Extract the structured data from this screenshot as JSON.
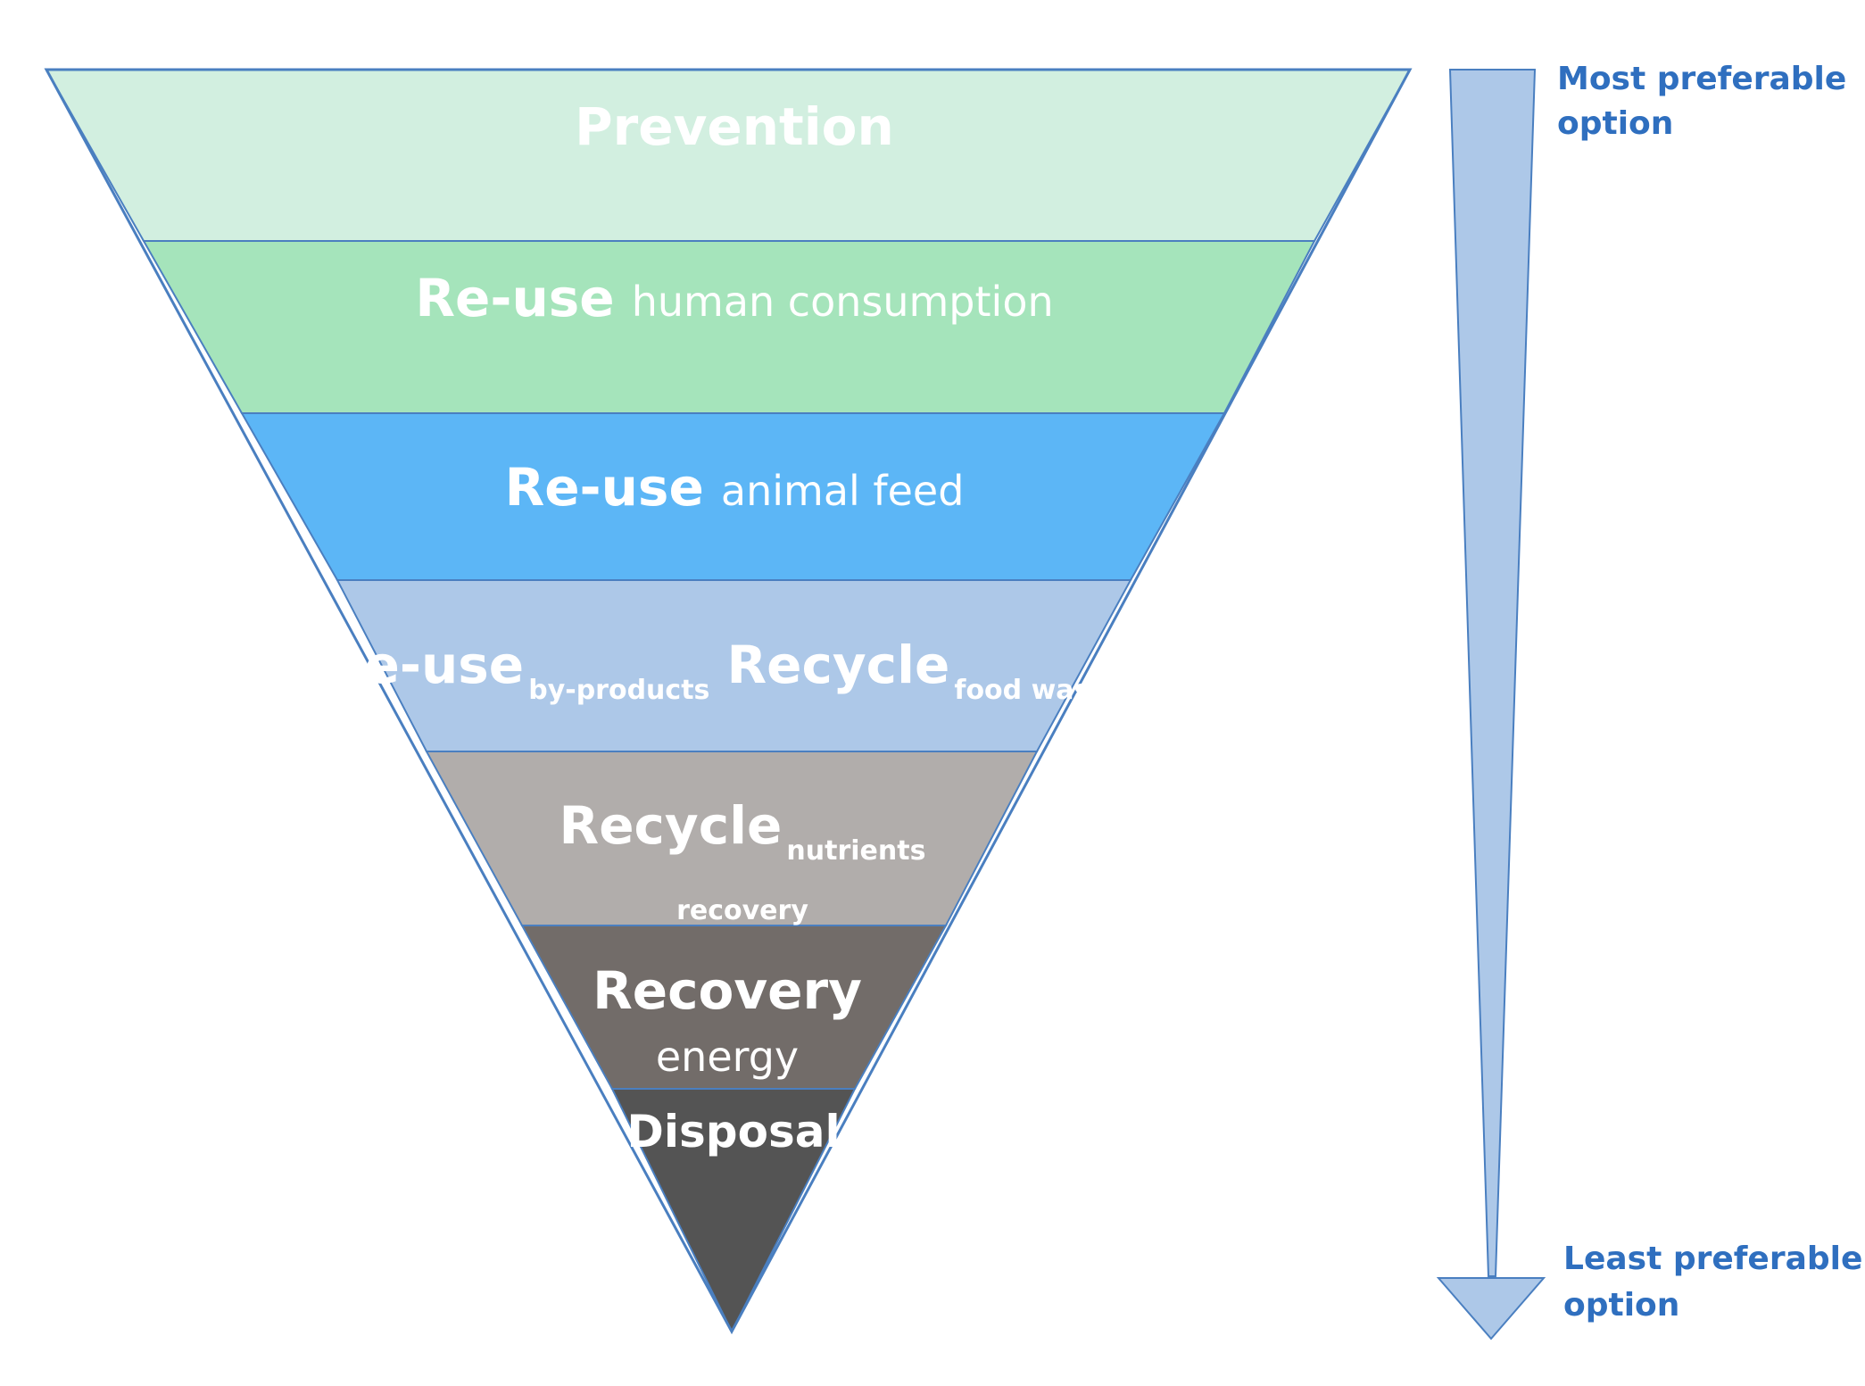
{
  "colors": {
    "outline": "#4a7fc0",
    "prevention": "#d2efe0",
    "reuse_human": "#a5e4bb",
    "reuse_animal": "#5cb6f6",
    "reuse_byproducts": "#adc8e8",
    "recycle_nutrients": "#b1adab",
    "recovery": "#726c69",
    "disposal": "#545454",
    "arrow_fill": "#adc8e8",
    "side_text": "#2f6fbf"
  },
  "levels": [
    {
      "id": "prevention",
      "main": "Prevention",
      "secondary": ""
    },
    {
      "id": "reuse-human",
      "main": "Re-use",
      "secondary": "human consumption"
    },
    {
      "id": "reuse-animal",
      "main": "Re-use",
      "secondary": "animal feed"
    },
    {
      "id": "reuse-recycle",
      "main": "Re-use",
      "main_sub": "by-products",
      "main2": "Recycle",
      "main2_sub": "food waste"
    },
    {
      "id": "recycle-nutrients",
      "main": "Recycle",
      "main_sub": "nutrients",
      "secondary": "recovery"
    },
    {
      "id": "recovery",
      "main": "Recovery",
      "secondary": "energy"
    },
    {
      "id": "disposal",
      "main": "Disposal",
      "secondary": ""
    }
  ],
  "scale": {
    "top_label": "Most preferable option",
    "top_line1": "Most preferable",
    "top_line2": "option",
    "bottom_label": "Least preferable option",
    "bottom_line1": "Least preferable",
    "bottom_line2": "option"
  }
}
